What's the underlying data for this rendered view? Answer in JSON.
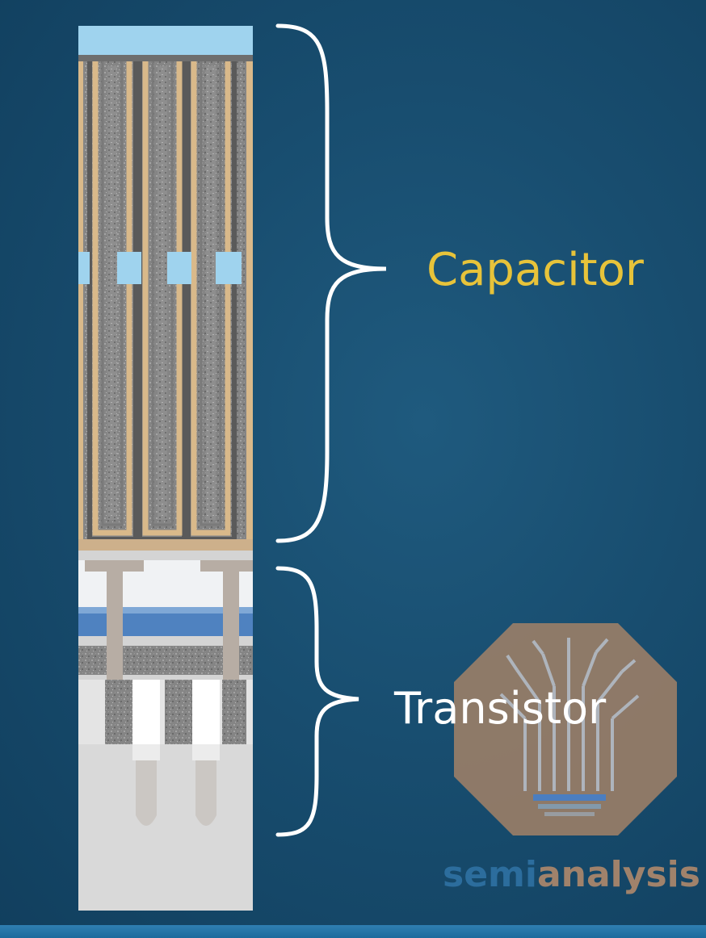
{
  "labels": {
    "capacitor": "Capacitor",
    "transistor": "Transistor"
  },
  "logo": {
    "word1": "semi",
    "word2": "analysis"
  },
  "colors": {
    "background": "#184d6f",
    "capacitor_label": "#e7c33a",
    "transistor_label": "#ffffff",
    "brace": "#ffffff",
    "electrode": "#d9b98a",
    "dielectric": "#7d7d7d",
    "top_layer": "#9fd3ee",
    "logo_fill": "#a88466"
  },
  "icons": [
    "bracket-capacitor-icon",
    "bracket-transistor-icon",
    "semianalysis-logo-icon"
  ]
}
